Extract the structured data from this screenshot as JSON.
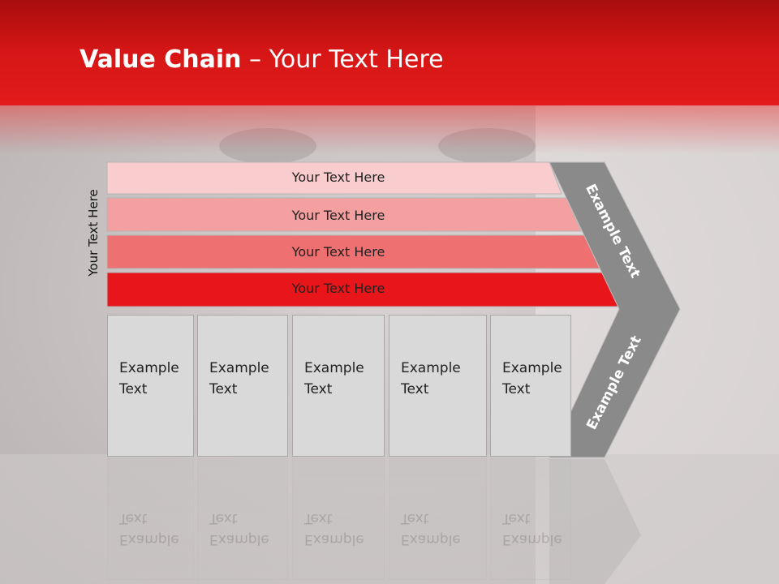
{
  "slide": {
    "title_bold": "Value Chain",
    "title_rest": " – Your Text Here",
    "side_label": "Your Text Here"
  },
  "bands": [
    {
      "label": "Your Text Here",
      "color": "#f9cdcd"
    },
    {
      "label": "Your Text Here",
      "color": "#f4a0a0"
    },
    {
      "label": "Your Text Here",
      "color": "#ee7070"
    },
    {
      "label": "Your Text Here",
      "color": "#e8161a"
    }
  ],
  "columns": [
    {
      "text": "Example\nText"
    },
    {
      "text": "Example\nText"
    },
    {
      "text": "Example\nText"
    },
    {
      "text": "Example\nText"
    },
    {
      "text": "Example\nText"
    }
  ],
  "chevron": {
    "upper_label": "Example Text",
    "lower_label": "Example Text",
    "color": "#8a8a8a"
  },
  "colors": {
    "header": "#d61616",
    "accent": "#e8161a"
  }
}
